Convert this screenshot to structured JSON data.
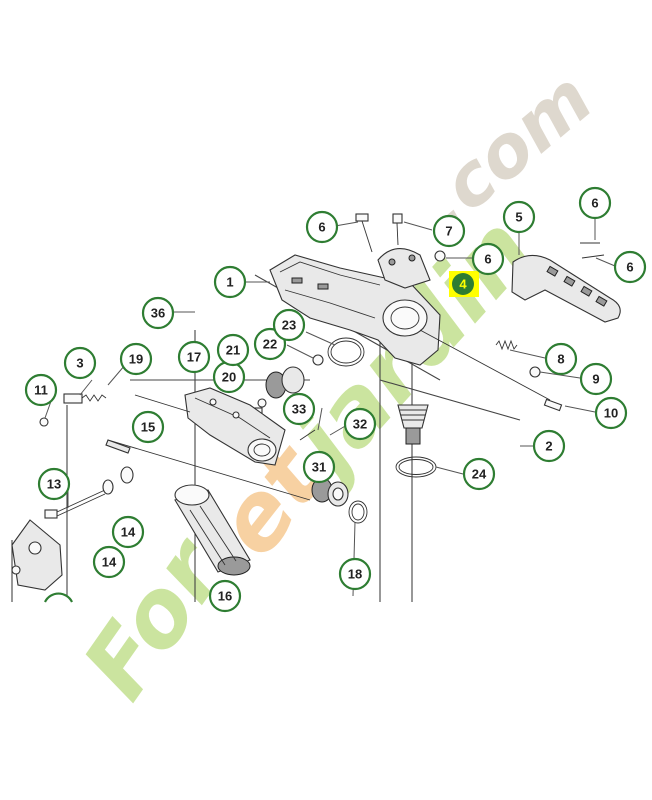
{
  "watermark": {
    "text_parts": [
      "For",
      "et",
      "jardin",
      ".com"
    ],
    "colors": {
      "green": "#c9e39a",
      "orange": "#f7cf9e",
      "gray": "#ddd6cc"
    }
  },
  "callouts": [
    {
      "id": "1",
      "label": "1"
    },
    {
      "id": "2",
      "label": "2"
    },
    {
      "id": "3",
      "label": "3"
    },
    {
      "id": "4",
      "label": "4"
    },
    {
      "id": "5",
      "label": "5"
    },
    {
      "id": "6a",
      "label": "6"
    },
    {
      "id": "6b",
      "label": "6"
    },
    {
      "id": "6c",
      "label": "6"
    },
    {
      "id": "6d",
      "label": "6"
    },
    {
      "id": "7",
      "label": "7"
    },
    {
      "id": "8",
      "label": "8"
    },
    {
      "id": "9",
      "label": "9"
    },
    {
      "id": "10",
      "label": "10"
    },
    {
      "id": "11",
      "label": "11"
    },
    {
      "id": "13",
      "label": "13"
    },
    {
      "id": "14a",
      "label": "14"
    },
    {
      "id": "14b",
      "label": "14"
    },
    {
      "id": "15",
      "label": "15"
    },
    {
      "id": "16",
      "label": "16"
    },
    {
      "id": "17",
      "label": "17"
    },
    {
      "id": "18",
      "label": "18"
    },
    {
      "id": "19",
      "label": "19"
    },
    {
      "id": "20",
      "label": "20"
    },
    {
      "id": "21",
      "label": "21"
    },
    {
      "id": "22",
      "label": "22"
    },
    {
      "id": "23",
      "label": "23"
    },
    {
      "id": "24",
      "label": "24"
    },
    {
      "id": "31",
      "label": "31"
    },
    {
      "id": "32",
      "label": "32"
    },
    {
      "id": "33",
      "label": "33"
    },
    {
      "id": "36",
      "label": "36"
    }
  ],
  "highlight": {
    "label": "4",
    "colors": {
      "box": "#ffff00",
      "circle": "#2e7d32",
      "text": "#ffff00"
    }
  },
  "colors": {
    "callout_border": "#2e7d32",
    "line": "#444444"
  }
}
